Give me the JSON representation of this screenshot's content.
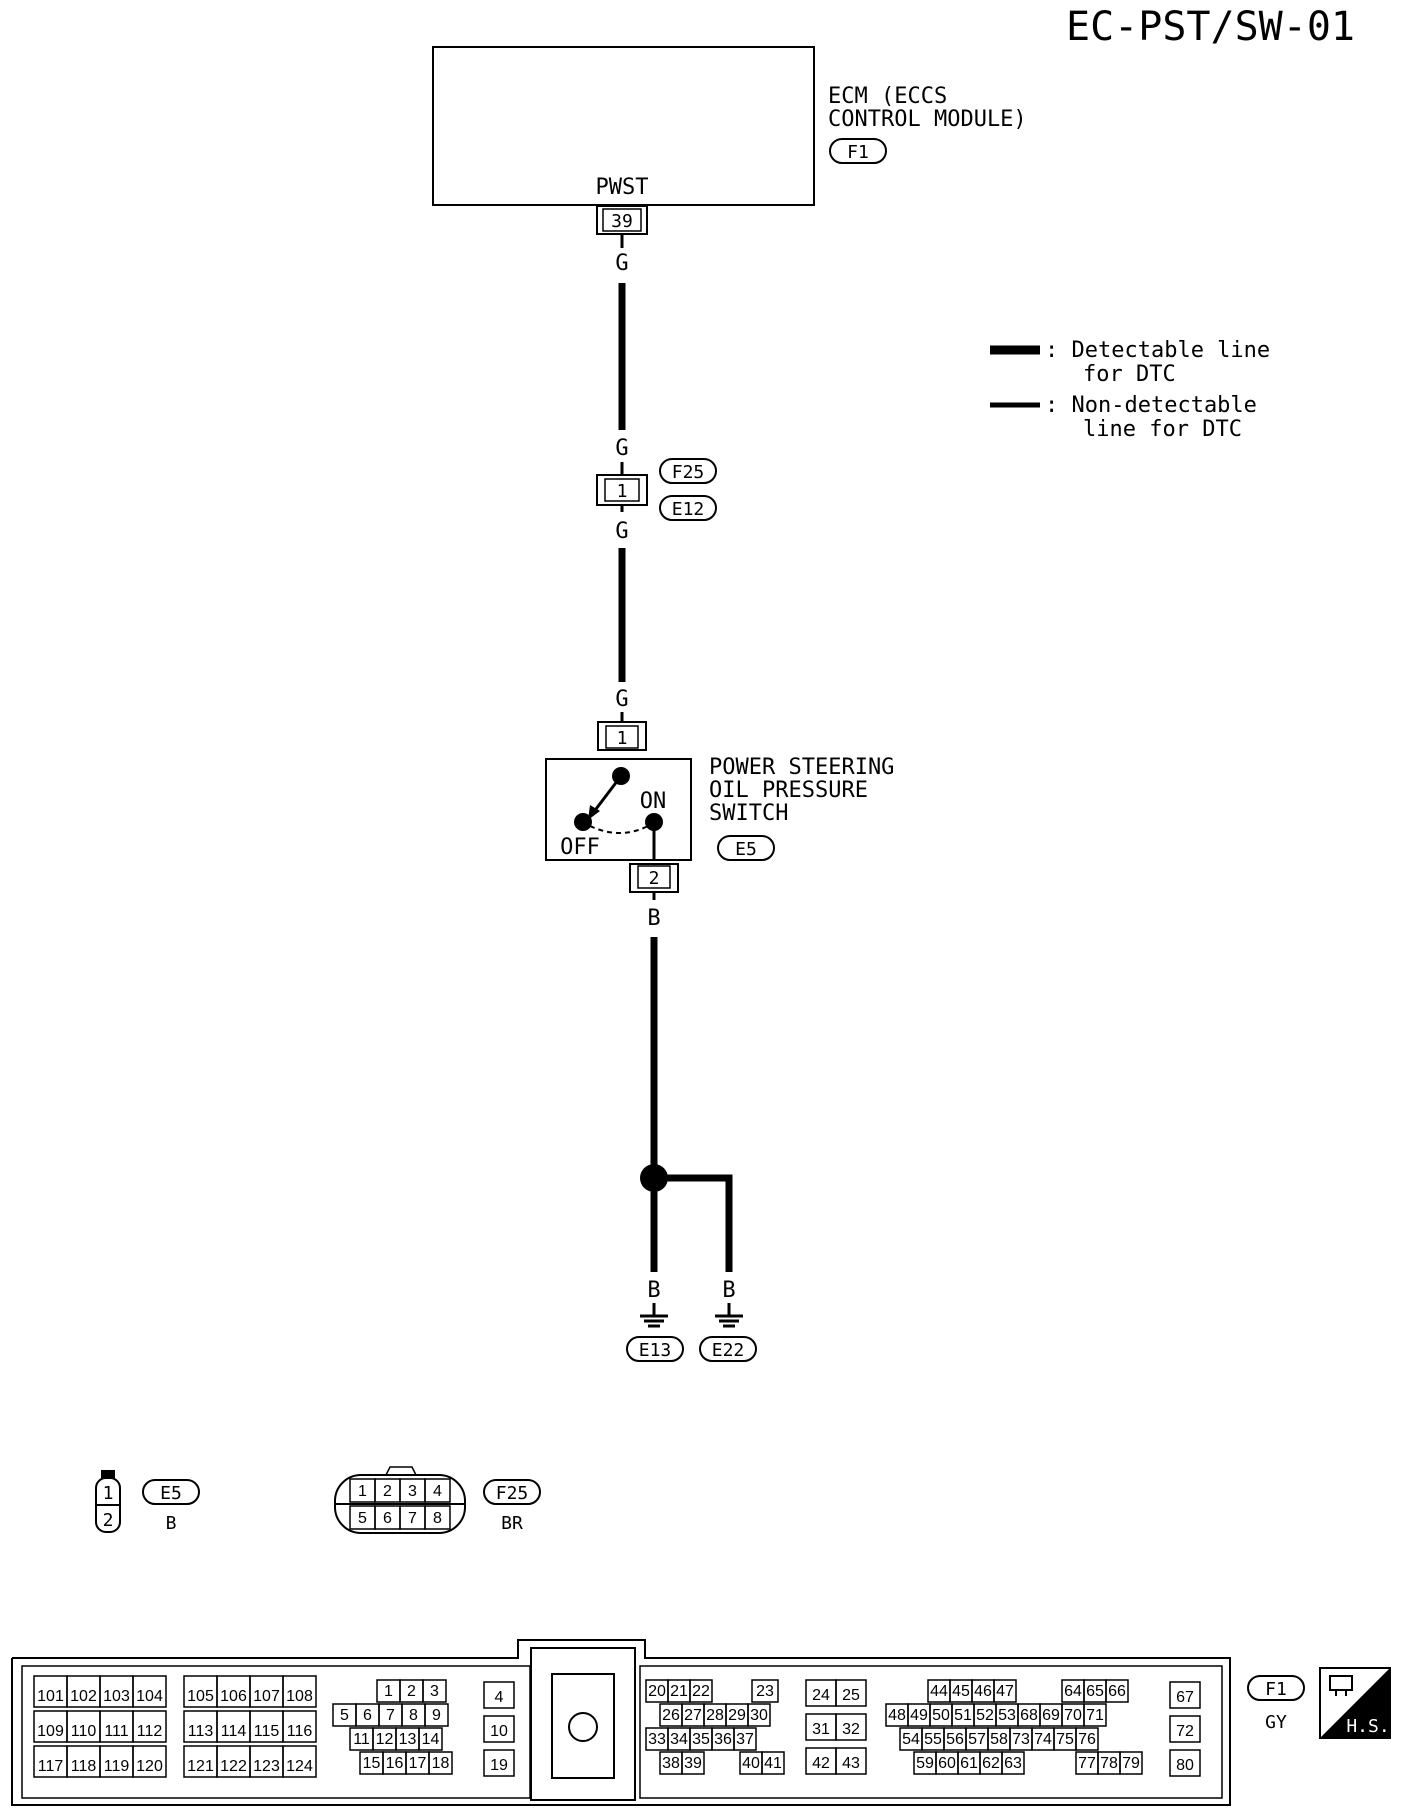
{
  "page_code": "EC-PST/SW-01",
  "ecm": {
    "name_line1": "ECM (ECCS",
    "name_line2": "CONTROL MODULE)",
    "connector": "F1",
    "terminal_label": "PWST",
    "terminal_number": "39"
  },
  "wires": {
    "ecm_to_joint_top": "G",
    "joint_upper": "G",
    "joint_lower": "G",
    "to_switch": "G",
    "switch_out": "B",
    "ground_left": "B",
    "ground_right": "B"
  },
  "joint_connector": {
    "pin": "1",
    "code_upper": "F25",
    "code_lower": "E12"
  },
  "switch": {
    "name_line1": "POWER STEERING",
    "name_line2": "OIL PRESSURE",
    "name_line3": "SWITCH",
    "connector": "E5",
    "pin_top": "1",
    "pin_bottom": "2",
    "state_on": "ON",
    "state_off": "OFF"
  },
  "grounds": [
    "E13",
    "E22"
  ],
  "legend": [
    {
      "line1": ": Detectable line",
      "line2": "for DTC"
    },
    {
      "line1": ": Non-detectable",
      "line2": "line for DTC"
    }
  ],
  "connector_views": {
    "e5": {
      "code": "E5",
      "color": "B",
      "pins": [
        "1",
        "2"
      ]
    },
    "f25": {
      "code": "F25",
      "color": "BR",
      "pins_top": [
        "1",
        "2",
        "3",
        "4"
      ],
      "pins_bottom": [
        "5",
        "6",
        "7",
        "8"
      ]
    },
    "f1": {
      "code": "F1",
      "color": "GY",
      "badge": "H.S."
    }
  },
  "ecm_pin_blocks": {
    "block_a": [
      [
        "101",
        "102",
        "103",
        "104"
      ],
      [
        "109",
        "110",
        "111",
        "112"
      ],
      [
        "117",
        "118",
        "119",
        "120"
      ]
    ],
    "block_b": [
      [
        "105",
        "106",
        "107",
        "108"
      ],
      [
        "113",
        "114",
        "115",
        "116"
      ],
      [
        "121",
        "122",
        "123",
        "124"
      ]
    ],
    "block_c_row1": [
      "1",
      "2",
      "3"
    ],
    "block_c_row2": [
      "5",
      "6",
      "7",
      "8",
      "9"
    ],
    "block_c_row3": [
      "11",
      "12",
      "13",
      "14"
    ],
    "block_c_row4": [
      "15",
      "16",
      "17",
      "18"
    ],
    "block_d": [
      "4",
      "10",
      "19"
    ],
    "block_e_row1": [
      "20",
      "21",
      "22",
      "23"
    ],
    "block_e_row2": [
      "26",
      "27",
      "28",
      "29",
      "30"
    ],
    "block_e_row3": [
      "33",
      "34",
      "35",
      "36",
      "37"
    ],
    "block_e_row4": [
      "38",
      "39",
      "40",
      "41"
    ],
    "block_f": [
      [
        "24",
        "25"
      ],
      [
        "31",
        "32"
      ],
      [
        "42",
        "43"
      ]
    ],
    "block_g_row1": [
      "44",
      "45",
      "46",
      "47",
      "64",
      "65",
      "66"
    ],
    "block_g_row2": [
      "48",
      "49",
      "50",
      "51",
      "52",
      "53",
      "68",
      "69",
      "70",
      "71"
    ],
    "block_g_row3": [
      "54",
      "55",
      "56",
      "57",
      "58",
      "73",
      "74",
      "75",
      "76"
    ],
    "block_g_row4": [
      "59",
      "60",
      "61",
      "62",
      "63",
      "77",
      "78",
      "79"
    ],
    "block_h": [
      "67",
      "72",
      "80"
    ]
  }
}
